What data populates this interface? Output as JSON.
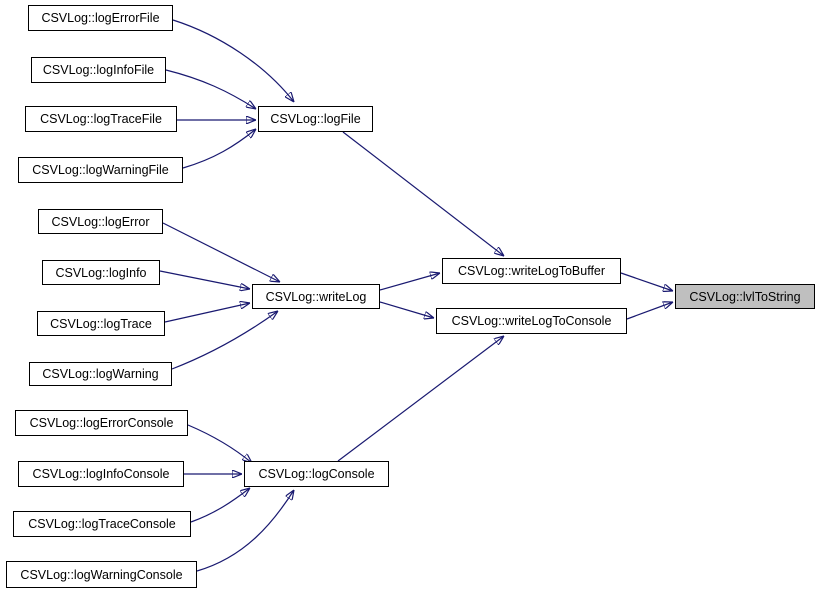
{
  "diagram": {
    "type": "call-graph",
    "tool_style": "doxygen",
    "target_function": "CSVLog::lvlToString",
    "colors": {
      "edge": "#191970",
      "node_fill": "#ffffff",
      "node_border": "#000000",
      "highlight_fill": "#bfbfbf",
      "text": "#000000",
      "background": "#ffffff"
    },
    "nodes": {
      "logErrorFile": {
        "label": "CSVLog::logErrorFile",
        "highlighted": false
      },
      "logInfoFile": {
        "label": "CSVLog::logInfoFile",
        "highlighted": false
      },
      "logTraceFile": {
        "label": "CSVLog::logTraceFile",
        "highlighted": false
      },
      "logWarningFile": {
        "label": "CSVLog::logWarningFile",
        "highlighted": false
      },
      "logFile": {
        "label": "CSVLog::logFile",
        "highlighted": false
      },
      "logError": {
        "label": "CSVLog::logError",
        "highlighted": false
      },
      "logInfo": {
        "label": "CSVLog::logInfo",
        "highlighted": false
      },
      "logTrace": {
        "label": "CSVLog::logTrace",
        "highlighted": false
      },
      "logWarning": {
        "label": "CSVLog::logWarning",
        "highlighted": false
      },
      "writeLog": {
        "label": "CSVLog::writeLog",
        "highlighted": false
      },
      "logErrorConsole": {
        "label": "CSVLog::logErrorConsole",
        "highlighted": false
      },
      "logInfoConsole": {
        "label": "CSVLog::logInfoConsole",
        "highlighted": false
      },
      "logTraceConsole": {
        "label": "CSVLog::logTraceConsole",
        "highlighted": false
      },
      "logWarningConsole": {
        "label": "CSVLog::logWarningConsole",
        "highlighted": false
      },
      "writeLogToBuffer": {
        "label": "CSVLog::writeLogToBuffer",
        "highlighted": false
      },
      "writeLogToConsole": {
        "label": "CSVLog::writeLogToConsole",
        "highlighted": false
      },
      "logConsole": {
        "label": "CSVLog::logConsole",
        "highlighted": false
      },
      "lvlToString": {
        "label": "CSVLog::lvlToString",
        "highlighted": true
      }
    },
    "edges": [
      {
        "from": "logErrorFile",
        "to": "logFile"
      },
      {
        "from": "logInfoFile",
        "to": "logFile"
      },
      {
        "from": "logTraceFile",
        "to": "logFile"
      },
      {
        "from": "logWarningFile",
        "to": "logFile"
      },
      {
        "from": "logError",
        "to": "writeLog"
      },
      {
        "from": "logInfo",
        "to": "writeLog"
      },
      {
        "from": "logTrace",
        "to": "writeLog"
      },
      {
        "from": "logWarning",
        "to": "writeLog"
      },
      {
        "from": "logErrorConsole",
        "to": "logConsole"
      },
      {
        "from": "logInfoConsole",
        "to": "logConsole"
      },
      {
        "from": "logTraceConsole",
        "to": "logConsole"
      },
      {
        "from": "logWarningConsole",
        "to": "logConsole"
      },
      {
        "from": "logFile",
        "to": "writeLogToBuffer"
      },
      {
        "from": "writeLog",
        "to": "writeLogToBuffer"
      },
      {
        "from": "writeLog",
        "to": "writeLogToConsole"
      },
      {
        "from": "logConsole",
        "to": "writeLogToConsole"
      },
      {
        "from": "writeLogToBuffer",
        "to": "lvlToString"
      },
      {
        "from": "writeLogToConsole",
        "to": "lvlToString"
      }
    ]
  }
}
